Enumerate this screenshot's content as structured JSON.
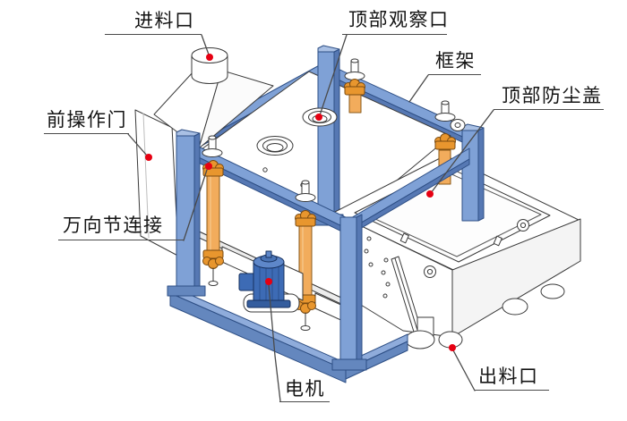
{
  "diagram": {
    "type": "annotated-technical-illustration",
    "subject": "gyratory screen machine parts diagram",
    "background": "#ffffff",
    "colors": {
      "frame_blue": "#7FA1D6",
      "frame_blue_side": "#5678B3",
      "frame_outline": "#2E4F85",
      "rod_orange": "#F2AC5C",
      "joint_orange": "#E8962E",
      "motor_blue": "#3D6BB5",
      "body_white": "#FFFFFF",
      "outline_dark": "#3A3A3A",
      "callout_line": "#4A4A4A",
      "marker_red": "#E60012"
    },
    "labels": [
      {
        "id": "feed-inlet",
        "text": "进料口"
      },
      {
        "id": "top-observation-port",
        "text": "顶部观察口"
      },
      {
        "id": "frame",
        "text": "框架"
      },
      {
        "id": "top-dust-cover",
        "text": "顶部防尘盖"
      },
      {
        "id": "front-operation-door",
        "text": "前操作门"
      },
      {
        "id": "universal-joint-connection",
        "text": "万向节连接"
      },
      {
        "id": "motor",
        "text": "电机"
      },
      {
        "id": "discharge-outlet",
        "text": "出料口"
      }
    ]
  }
}
